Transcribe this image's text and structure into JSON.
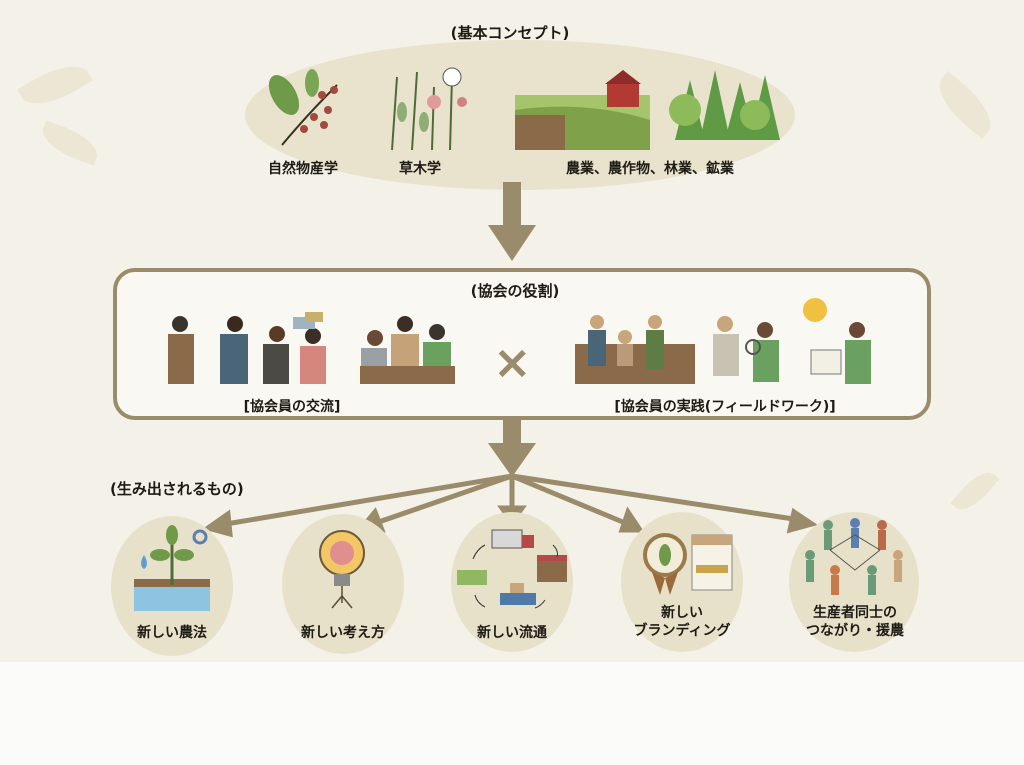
{
  "concept": {
    "title": "(基本コンセプト)",
    "items": [
      {
        "label": "自然物産学",
        "icon": "berry-branch-icon"
      },
      {
        "label": "草木学",
        "icon": "wildflowers-icon"
      },
      {
        "label": "農業、農作物、林業、鉱業",
        "icon": "farm-forest-icon"
      }
    ]
  },
  "role": {
    "title": "(協会の役割)",
    "left_label": "[協会員の交流]",
    "right_label": "[協会員の実践(フィールドワーク)]",
    "operator": "×"
  },
  "outputs": {
    "title": "(生み出されるもの)",
    "items": [
      {
        "label": "新しい農法",
        "icon": "sprout-tech-icon"
      },
      {
        "label": "新しい考え方",
        "icon": "lightbulb-brain-icon"
      },
      {
        "label": "新しい流通",
        "icon": "logistics-cycle-icon"
      },
      {
        "label": "新しい\nブランディング",
        "line1": "新しい",
        "line2": "ブランディング",
        "icon": "brand-badge-icon"
      },
      {
        "label": "生産者同士の\nつながり・援農",
        "line1": "生産者同士の",
        "line2": "つながり・援農",
        "icon": "community-circle-icon"
      }
    ]
  },
  "colors": {
    "accent": "#9a8b6a",
    "ellipse": "#e9e3cd",
    "background": "#f4f1e8"
  }
}
